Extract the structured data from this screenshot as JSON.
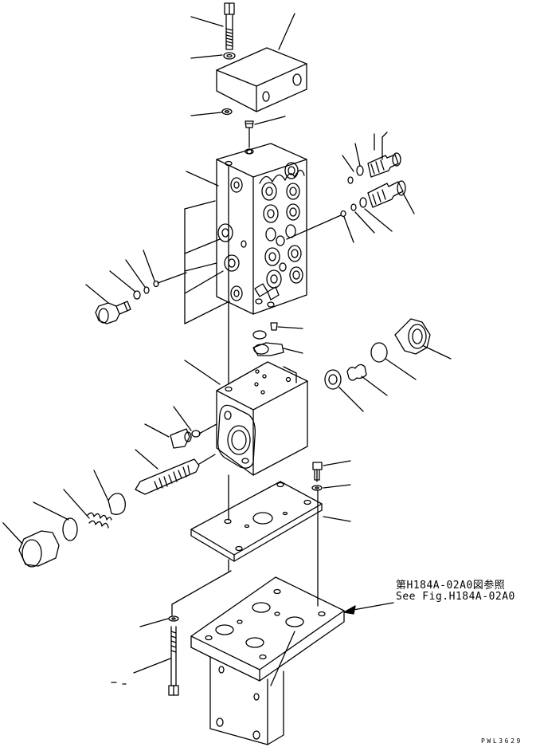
{
  "reference_note": {
    "japanese": "第H184A-02A0図参照",
    "english": "See Fig.H184A-02A0"
  },
  "document_code": "PWL3629",
  "colors": {
    "line": "#000000",
    "background": "#ffffff"
  }
}
